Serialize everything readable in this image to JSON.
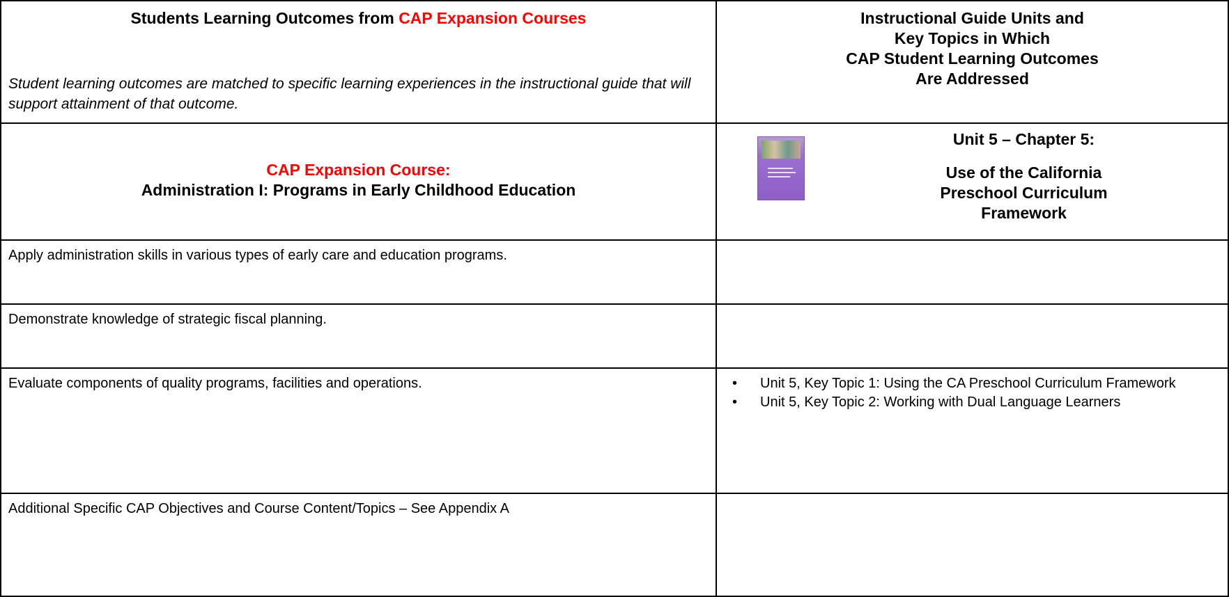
{
  "header": {
    "left_title_prefix": "Students Learning Outcomes from",
    "left_title_highlight": "CAP Expansion Courses",
    "left_note": "Student learning outcomes are matched to specific learning experiences in the instructional guide that will support attainment of that outcome.",
    "right_title_lines": [
      "Instructional Guide Units and",
      "Key Topics in Which",
      "CAP Student Learning Outcomes",
      "Are Addressed"
    ]
  },
  "course": {
    "label": "CAP Expansion Course:",
    "name": "Administration I: Programs in Early Childhood Education",
    "unit_heading": "Unit 5 – Chapter 5:",
    "unit_title_lines": [
      "Use of the California",
      "Preschool Curriculum",
      "Framework"
    ]
  },
  "rows": [
    {
      "outcome": "Apply administration skills in various types of early care and education programs.",
      "topics": []
    },
    {
      "outcome": "Demonstrate knowledge of strategic fiscal planning.",
      "topics": []
    },
    {
      "outcome": "Evaluate components of quality programs, facilities and operations.",
      "topics": [
        "Unit 5, Key Topic 1: Using the CA Preschool Curriculum Framework",
        "Unit 5, Key Topic 2: Working with Dual Language Learners"
      ]
    },
    {
      "outcome": "Additional Specific CAP Objectives and Course Content/Topics – See Appendix A",
      "topics": []
    }
  ],
  "bullet_glyph": "•",
  "colors": {
    "highlight": "#ff0000",
    "book_cover": "#9b6fd0"
  }
}
